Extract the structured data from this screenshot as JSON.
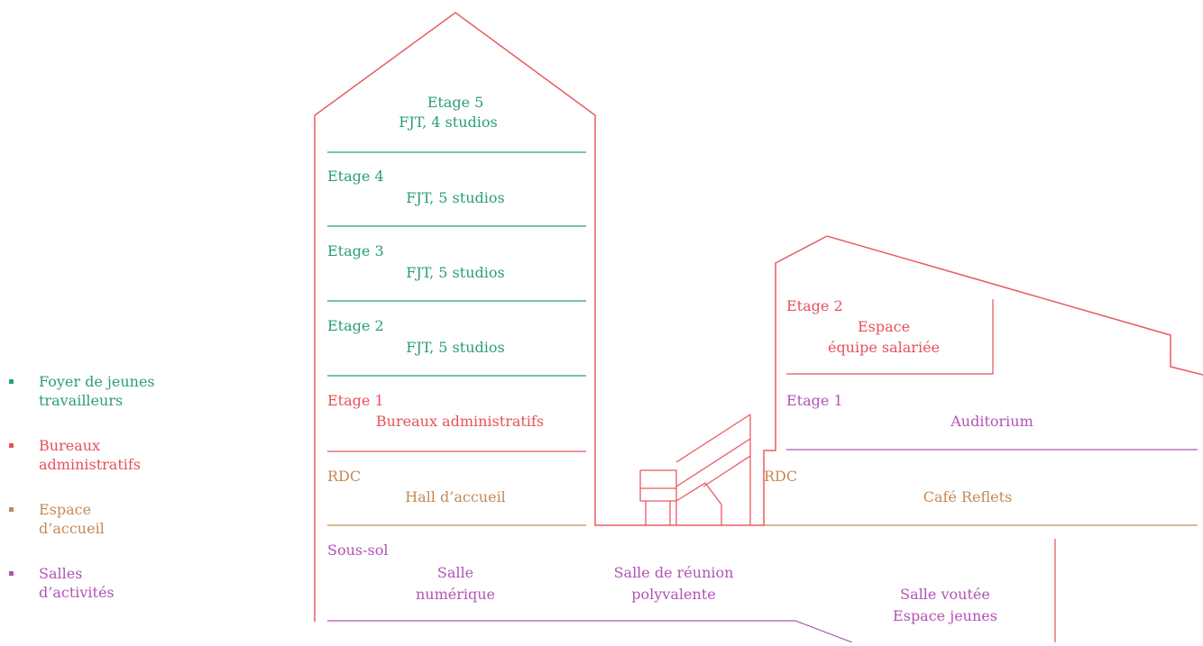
{
  "colors": {
    "green": "#2a9d7c",
    "red": "#e8505b",
    "tan": "#c48a56",
    "purple": "#b153b6",
    "outline": "#ea5a62"
  },
  "legend": [
    {
      "line1": "Foyer de jeunes",
      "line2": "travailleurs",
      "color_key": "green"
    },
    {
      "line1": "Bureaux",
      "line2": "administratifs",
      "color_key": "red"
    },
    {
      "line1": "Espace",
      "line2": "d’accueil",
      "color_key": "tan"
    },
    {
      "line1": "Salles",
      "line2": "d’activités",
      "color_key": "purple"
    }
  ],
  "tower": {
    "etage5": {
      "title": "Etage 5",
      "label": "FJT, 4 studios"
    },
    "etage4": {
      "title": "Etage 4",
      "label": "FJT, 5 studios"
    },
    "etage3": {
      "title": "Etage 3",
      "label": "FJT, 5 studios"
    },
    "etage2": {
      "title": "Etage 2",
      "label": "FJT, 5 studios"
    },
    "etage1": {
      "title": "Etage 1",
      "label": "Bureaux administratifs"
    },
    "rdc": {
      "title": "RDC",
      "label": "Hall d’accueil"
    },
    "soussol": {
      "title": "Sous-sol",
      "label1": "Salle",
      "label2": "numérique"
    }
  },
  "center": {
    "label1": "Salle de réunion",
    "label2": "polyvalente"
  },
  "annex": {
    "etage2": {
      "title": "Etage 2",
      "label1": "Espace",
      "label2": "équipe salariée"
    },
    "etage1": {
      "title": "Etage 1",
      "label": "Auditorium"
    },
    "rdc": {
      "title": "RDC",
      "label": "Café Reflets"
    },
    "vault": {
      "label1": "Salle voutée",
      "label2": "Espace jeunes"
    }
  }
}
